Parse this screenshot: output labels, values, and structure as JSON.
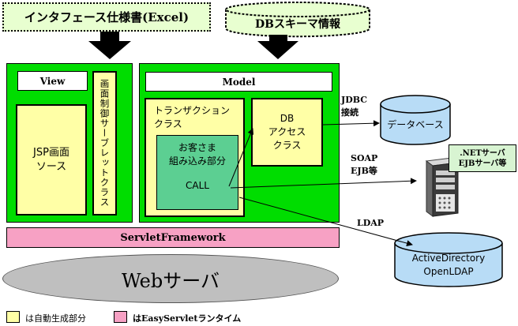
{
  "inputs": {
    "spec_label": "インタフェース仕様書(Excel)",
    "db_schema_label": "DBスキーマ情報"
  },
  "left_panel": {
    "view_label": "View",
    "jsp_label": [
      "JSP画面",
      "ソース"
    ],
    "servlet_vertical": "画面制御サーブレットクラス"
  },
  "right_panel": {
    "model_label": "Model",
    "transaction_label": [
      "トランザクション",
      "クラス"
    ],
    "db_access_label": [
      "DB",
      "アクセス",
      "クラス"
    ],
    "custom_label": [
      "お客さま",
      "組み込み部分"
    ],
    "call_label": "CALL"
  },
  "connections": {
    "jdbc": [
      "JDBC",
      "接続"
    ],
    "soap": [
      "SOAP",
      "EJB等"
    ],
    "ldap": "LDAP"
  },
  "targets": {
    "database": "データベース",
    "net_server": [
      ".NETサーバ",
      "EJBサーバ等"
    ],
    "ad": [
      "ActiveDirectory",
      "OpenLDAP"
    ]
  },
  "framework_label": "ServletFramework",
  "web_server_label": "Webサーバ",
  "legend": {
    "auto_generated": "は自動生成部分",
    "runtime": "はEasyServletランタイム"
  },
  "colors": {
    "green": "#00dd00",
    "yellow": "#ffffa6",
    "pink": "#f7a1c4",
    "mint": "#5ccf92",
    "light_blue": "#b8dcf6",
    "input_green": "#e8ffd0",
    "gray": "#bfbfbf"
  }
}
